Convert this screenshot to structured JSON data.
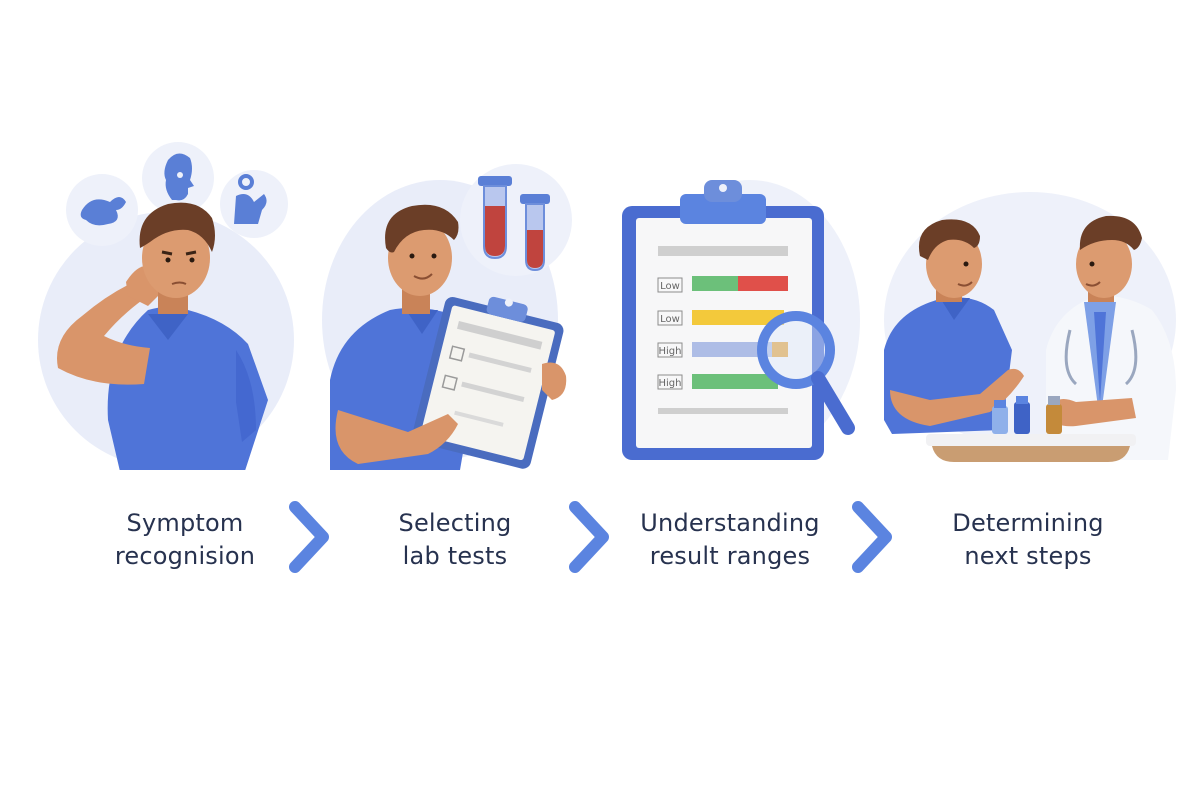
{
  "steps": [
    {
      "line1": "Symptom",
      "line2": "recognision",
      "illustration": "man-holding-head-with-thought-bubbles"
    },
    {
      "line1": "Selecting",
      "line2": "lab tests",
      "illustration": "man-holding-clipboard-with-test-tubes"
    },
    {
      "line1": "Understanding",
      "line2": "result ranges",
      "illustration": "clipboard-with-range-bars-and-magnifier"
    },
    {
      "line1": "Determining",
      "line2": "next steps",
      "illustration": "patient-talking-to-doctor"
    }
  ],
  "clipboard_rows": [
    "Low",
    "Low",
    "High",
    "High"
  ],
  "colors": {
    "accent": "#5b84e0",
    "text": "#27324f",
    "shirt": "#4f74d8",
    "skin": "#d9956a",
    "hair": "#6b3e27",
    "bg_blob": "#e9edf9",
    "green": "#6cc07a",
    "red": "#e0504a",
    "yellow": "#f3c93b",
    "lightblue": "#aebde6",
    "orange": "#e6a53a"
  }
}
